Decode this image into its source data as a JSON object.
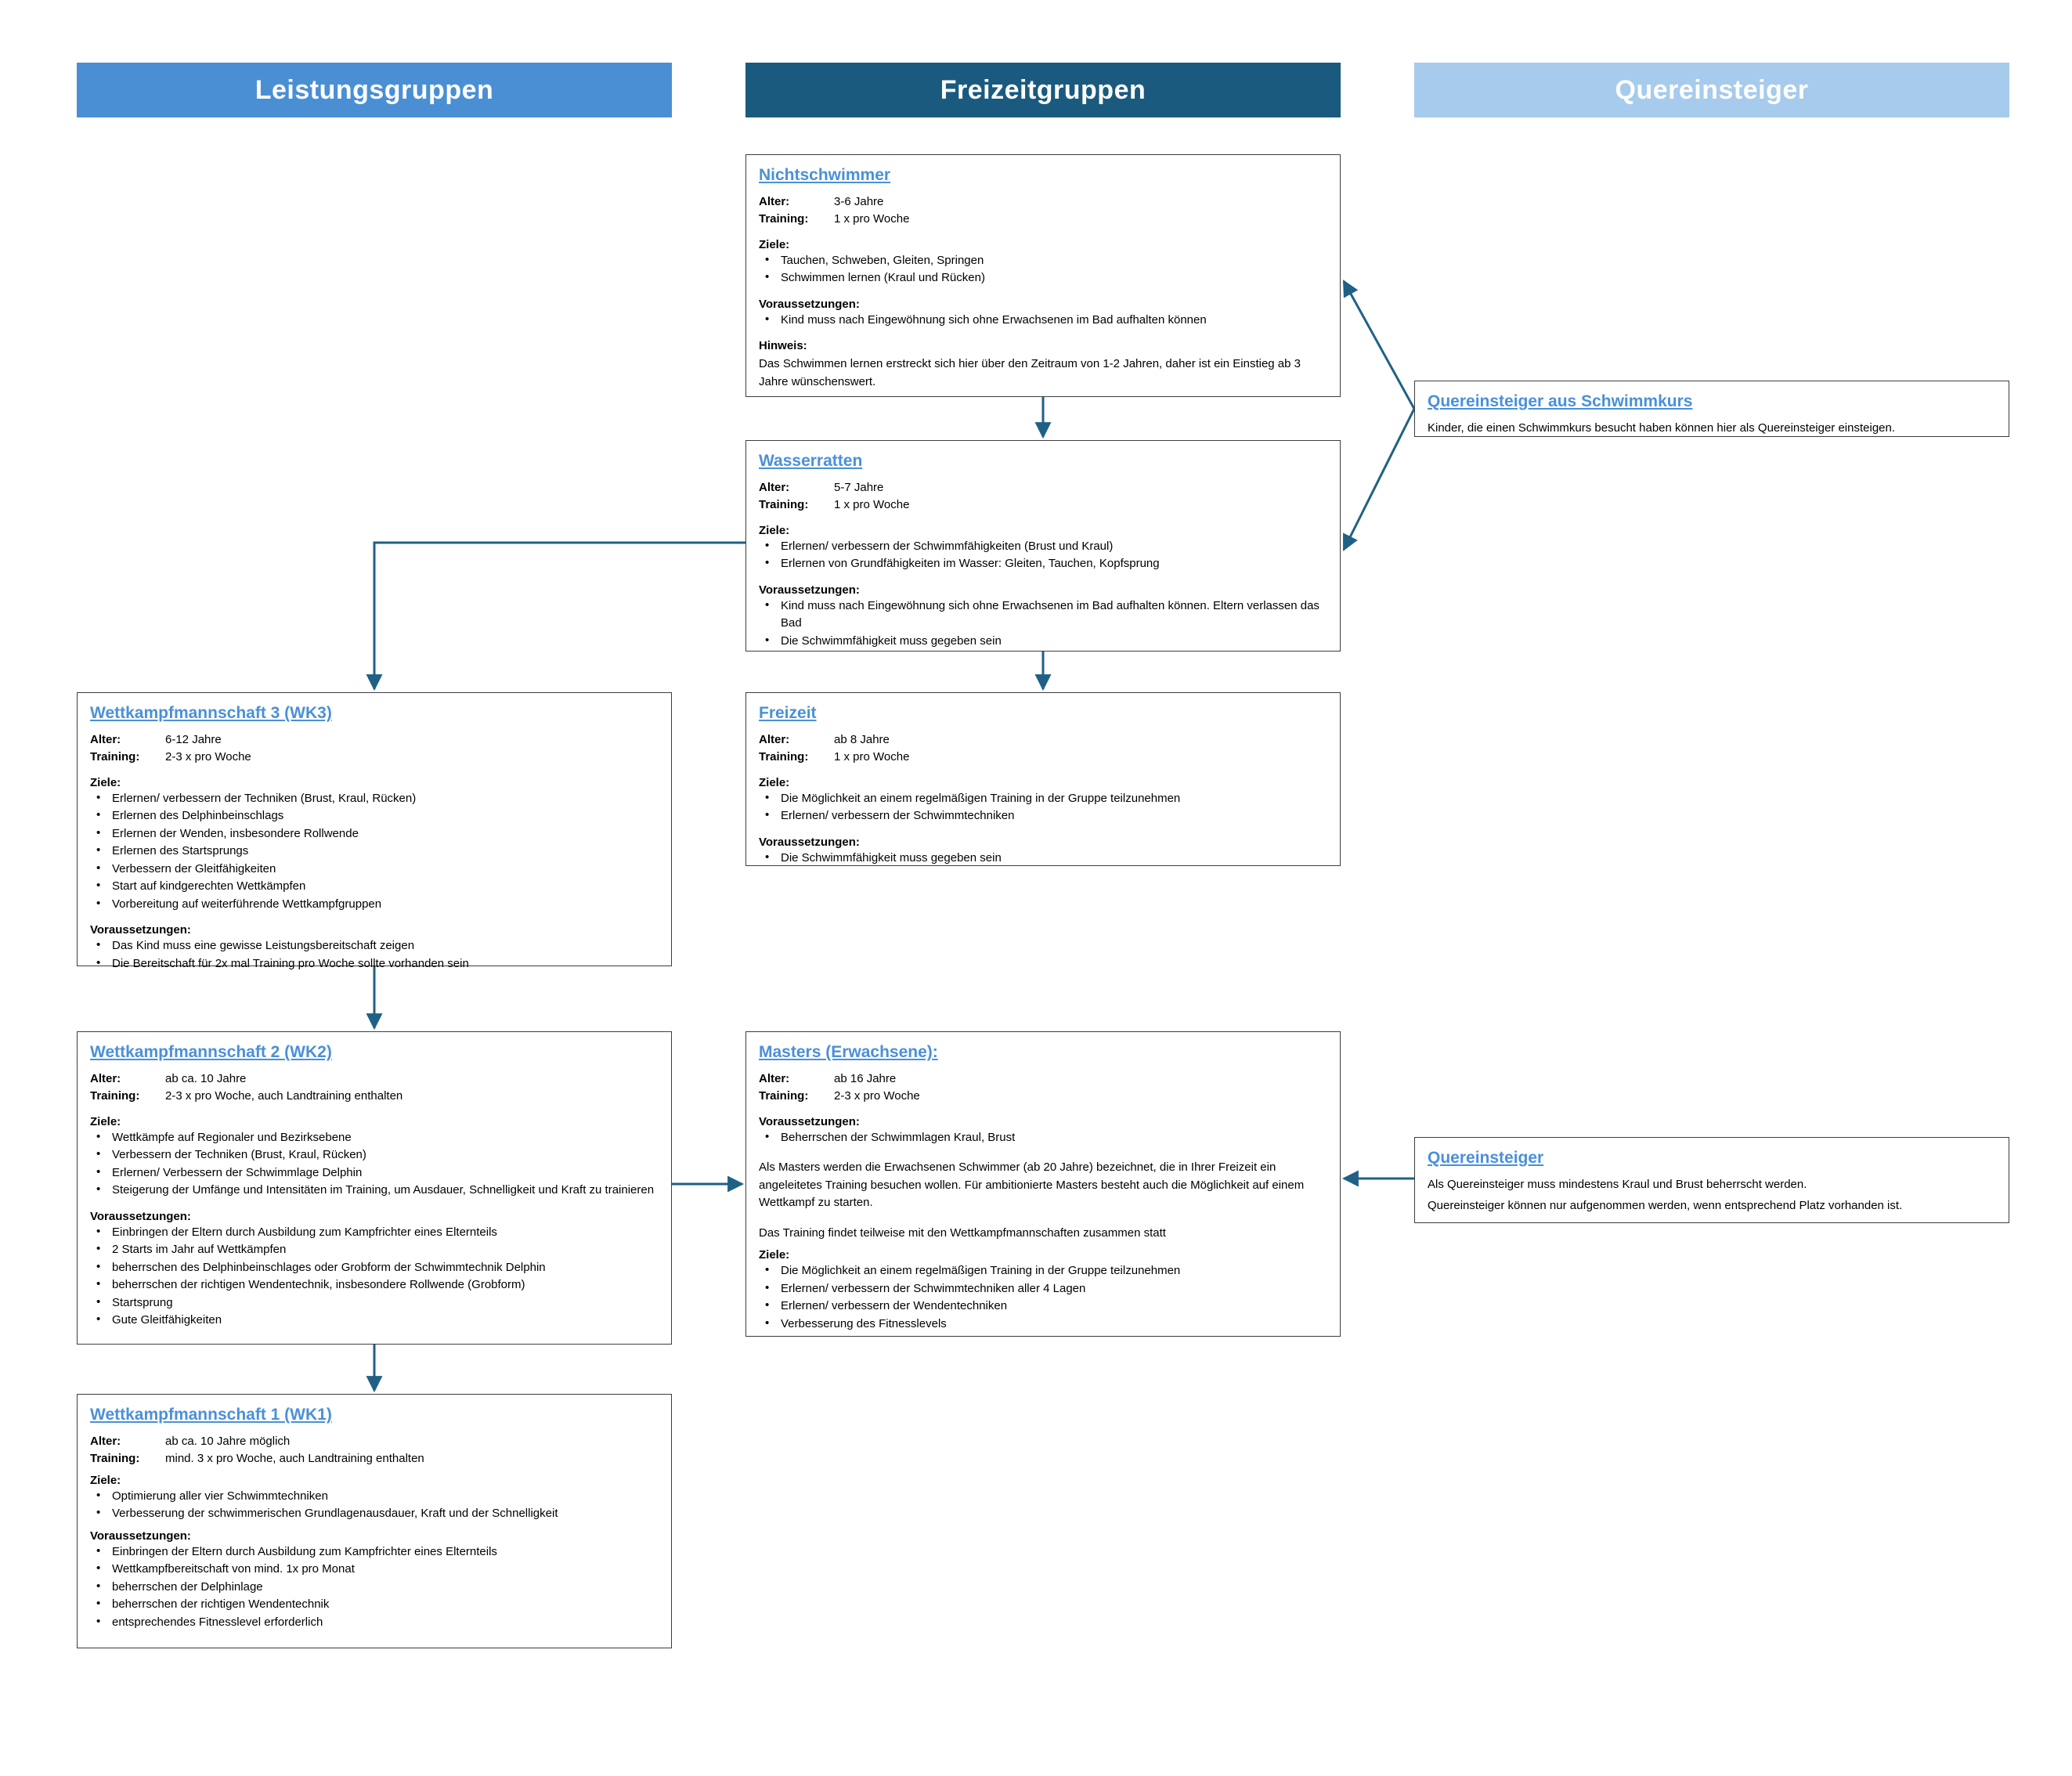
{
  "columns": [
    {
      "id": "leistungsgruppen",
      "label": "Leistungsgruppen",
      "color": "#4a8fd4"
    },
    {
      "id": "freizeitgruppen",
      "label": "Freizeitgruppen",
      "color": "#1a5a7f"
    },
    {
      "id": "quereinsteiger",
      "label": "Quereinsteiger",
      "color": "#a6cbec"
    }
  ],
  "labels": {
    "alter": "Alter:",
    "training": "Training:",
    "ziele": "Ziele:",
    "voraussetzungen": "Voraussetzungen:",
    "hinweis": "Hinweis:"
  },
  "boxes": {
    "nichtschwimmer": {
      "title": "Nichtschwimmer",
      "alter": "3-6 Jahre",
      "training": "1 x pro Woche",
      "ziele": [
        "Tauchen, Schweben, Gleiten, Springen",
        "Schwimmen lernen (Kraul und Rücken)"
      ],
      "voraussetzungen": [
        "Kind muss nach Eingewöhnung sich ohne Erwachsenen im Bad aufhalten können"
      ],
      "hinweis": "Das Schwimmen lernen erstreckt sich hier über den Zeitraum von 1-2 Jahren, daher ist ein Einstieg ab 3 Jahre wünschenswert."
    },
    "wasserratten": {
      "title": "Wasserratten",
      "alter": "5-7 Jahre",
      "training": "1 x pro Woche",
      "ziele": [
        "Erlernen/ verbessern der Schwimmfähigkeiten (Brust und Kraul)",
        "Erlernen von Grundfähigkeiten im Wasser: Gleiten, Tauchen, Kopfsprung"
      ],
      "voraussetzungen": [
        "Kind muss nach Eingewöhnung sich ohne Erwachsenen im Bad aufhalten können. Eltern verlassen das Bad",
        "Die Schwimmfähigkeit muss gegeben sein"
      ]
    },
    "freizeit": {
      "title": "Freizeit",
      "alter": "ab 8 Jahre",
      "training": "1 x pro Woche",
      "ziele": [
        "Die Möglichkeit an einem regelmäßigen Training in der Gruppe teilzunehmen",
        "Erlernen/ verbessern der Schwimmtechniken"
      ],
      "voraussetzungen": [
        "Die Schwimmfähigkeit muss gegeben sein"
      ]
    },
    "masters": {
      "title": "Masters (Erwachsene):",
      "alter": "ab 16 Jahre",
      "training": "2-3 x pro Woche",
      "voraussetzungen": [
        "Beherrschen der Schwimmlagen Kraul, Brust"
      ],
      "para1": "Als Masters werden die Erwachsenen Schwimmer (ab 20 Jahre) bezeichnet, die in Ihrer Freizeit ein angeleitetes Training besuchen wollen. Für ambitionierte Masters besteht auch die Möglichkeit auf einem Wettkampf zu starten.",
      "para2": "Das Training findet teilweise mit den Wettkampfmannschaften zusammen statt",
      "ziele": [
        "Die Möglichkeit an einem regelmäßigen Training in der Gruppe teilzunehmen",
        "Erlernen/ verbessern der Schwimmtechniken aller 4 Lagen",
        "Erlernen/ verbessern der Wendentechniken",
        "Verbesserung des Fitnesslevels"
      ]
    },
    "wk3": {
      "title": "Wettkampfmannschaft 3 (WK3)",
      "alter": "6-12 Jahre",
      "training": "2-3 x pro Woche",
      "ziele": [
        "Erlernen/ verbessern der Techniken (Brust, Kraul, Rücken)",
        "Erlernen des Delphinbeinschlags",
        "Erlernen der Wenden, insbesondere Rollwende",
        "Erlernen des Startsprungs",
        "Verbessern der Gleitfähigkeiten",
        "Start auf kindgerechten Wettkämpfen",
        "Vorbereitung auf weiterführende Wettkampfgruppen"
      ],
      "voraussetzungen": [
        "Das Kind muss eine gewisse Leistungsbereitschaft zeigen",
        "Die Bereitschaft für 2x mal Training pro Woche sollte vorhanden sein"
      ]
    },
    "wk2": {
      "title": "Wettkampfmannschaft 2 (WK2)",
      "alter": "ab ca. 10 Jahre",
      "training": "2-3 x pro Woche, auch Landtraining enthalten",
      "ziele": [
        "Wettkämpfe auf Regionaler und Bezirksebene",
        "Verbessern der Techniken (Brust, Kraul, Rücken)",
        "Erlernen/ Verbessern der Schwimmlage Delphin",
        "Steigerung der Umfänge und Intensitäten im Training, um Ausdauer, Schnelligkeit und Kraft zu trainieren"
      ],
      "voraussetzungen": [
        "Einbringen der Eltern durch Ausbildung zum Kampfrichter eines Elternteils",
        "2 Starts im Jahr auf Wettkämpfen",
        "beherrschen des Delphinbeinschlages oder Grobform der Schwimmtechnik Delphin",
        "beherrschen der richtigen Wendentechnik, insbesondere Rollwende (Grobform)",
        "Startsprung",
        "Gute Gleitfähigkeiten"
      ]
    },
    "wk1": {
      "title": "Wettkampfmannschaft 1 (WK1)",
      "alter": "ab ca. 10 Jahre möglich",
      "training": "mind. 3 x pro Woche, auch Landtraining enthalten",
      "ziele": [
        "Optimierung aller vier Schwimmtechniken",
        "Verbesserung der schwimmerischen Grundlagenausdauer, Kraft und der Schnelligkeit"
      ],
      "voraussetzungen": [
        "Einbringen der Eltern durch Ausbildung zum Kampfrichter eines Elternteils",
        "Wettkampfbereitschaft von mind. 1x pro Monat",
        "beherrschen der Delphinlage",
        "beherrschen der richtigen Wendentechnik",
        "entsprechendes Fitnesslevel erforderlich"
      ]
    },
    "quer_kurs": {
      "title": "Quereinsteiger aus Schwimmkurs",
      "para1": "Kinder, die einen Schwimmkurs besucht haben können hier als Quereinsteiger einsteigen."
    },
    "quer": {
      "title": "Quereinsteiger",
      "para1": "Als Quereinsteiger muss mindestens Kraul und Brust beherrscht werden.",
      "para2": "Quereinsteiger können nur aufgenommen werden, wenn entsprechend Platz vorhanden ist."
    }
  },
  "connectors": {
    "color": "#1f6186",
    "edges": [
      {
        "from": "nichtschwimmer",
        "to": "wasserratten"
      },
      {
        "from": "wasserratten",
        "to": "freizeit"
      },
      {
        "from": "wasserratten",
        "to": "wk3"
      },
      {
        "from": "wk3",
        "to": "wk2"
      },
      {
        "from": "wk2",
        "to": "wk1"
      },
      {
        "from": "wk2",
        "to": "masters"
      },
      {
        "from": "quer_kurs",
        "to": "nichtschwimmer"
      },
      {
        "from": "quer_kurs",
        "to": "wasserratten"
      },
      {
        "from": "quer",
        "to": "masters"
      }
    ]
  }
}
